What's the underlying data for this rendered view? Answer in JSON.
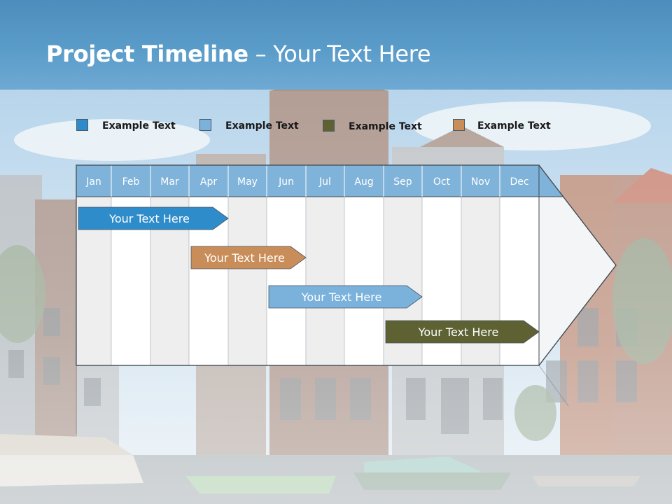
{
  "title": {
    "bold": "Project Timeline",
    "rest": " – Your Text Here"
  },
  "colors": {
    "accent_blue": "#2f8ccb",
    "light_blue": "#7ab2dc",
    "olive": "#5e6132",
    "tan": "#c98d5a",
    "header_band": "#5a9cc9"
  },
  "legend": [
    {
      "label": "Example Text",
      "color": "#2f8ccb"
    },
    {
      "label": "Example Text",
      "color": "#7ab2dc"
    },
    {
      "label": "Example Text",
      "color": "#5e6132"
    },
    {
      "label": "Example Text",
      "color": "#c98d5a"
    }
  ],
  "chart_data": {
    "type": "gantt",
    "categories": [
      "Jan",
      "Feb",
      "Mar",
      "Apr",
      "May",
      "Jun",
      "Jul",
      "Aug",
      "Sep",
      "Oct",
      "Nov",
      "Dec"
    ],
    "tasks": [
      {
        "label": "Your  Text Here",
        "start": "Jan",
        "end": "Apr",
        "color": "#2f8ccb"
      },
      {
        "label": "Your  Text Here",
        "start": "Apr",
        "end": "Jun",
        "color": "#c98d5a"
      },
      {
        "label": "Your  Text Here",
        "start": "Jun",
        "end": "Sep",
        "color": "#7ab2dc"
      },
      {
        "label": "Your  Text Here",
        "start": "Sep",
        "end": "Dec",
        "color": "#5e6132"
      }
    ]
  }
}
